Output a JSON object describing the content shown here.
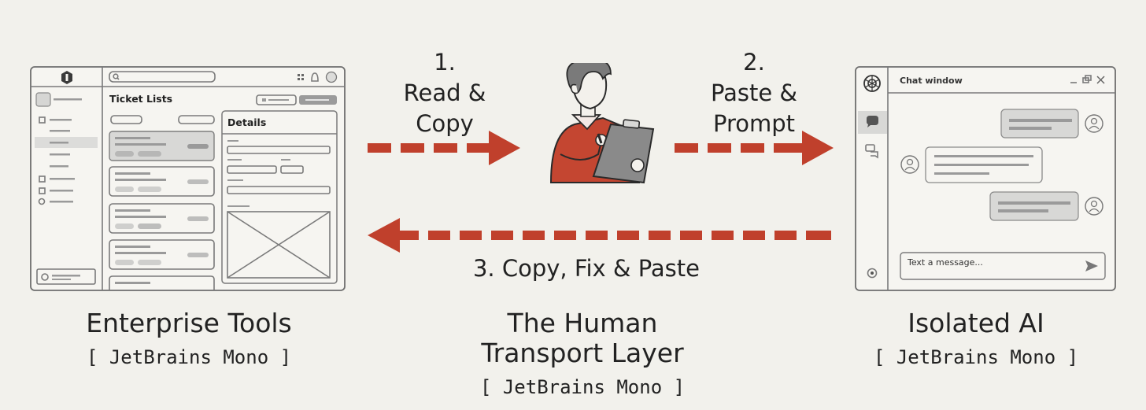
{
  "left_panel": {
    "title": "Enterprise Tools",
    "font_tag": "[ JetBrains Mono ]",
    "list_title": "Ticket Lists",
    "details_title": "Details"
  },
  "center": {
    "title_line1": "The Human",
    "title_line2": "Transport Layer",
    "font_tag": "[ JetBrains Mono ]"
  },
  "right_panel": {
    "title": "Isolated AI",
    "font_tag": "[ JetBrains Mono ]",
    "window_title": "Chat window",
    "input_placeholder": "Text a message..."
  },
  "steps": {
    "step1_number": "1.",
    "step1_line1": "Read &",
    "step1_line2": "Copy",
    "step2_number": "2.",
    "step2_line1": "Paste &",
    "step2_line2": "Prompt",
    "step3": "3. Copy, Fix & Paste"
  },
  "colors": {
    "arrow": "#c0402c",
    "person_shirt": "#c44631",
    "background": "#f2f1ec"
  },
  "icons": [
    "menu-icon",
    "search-icon",
    "grid-icon",
    "bell-icon",
    "avatar-icon",
    "openai-logo-icon",
    "chat-icon",
    "conversations-icon",
    "settings-icon",
    "send-icon",
    "minimize-icon",
    "restore-icon",
    "close-icon",
    "user-avatar-icon",
    "clipboard-icon"
  ]
}
